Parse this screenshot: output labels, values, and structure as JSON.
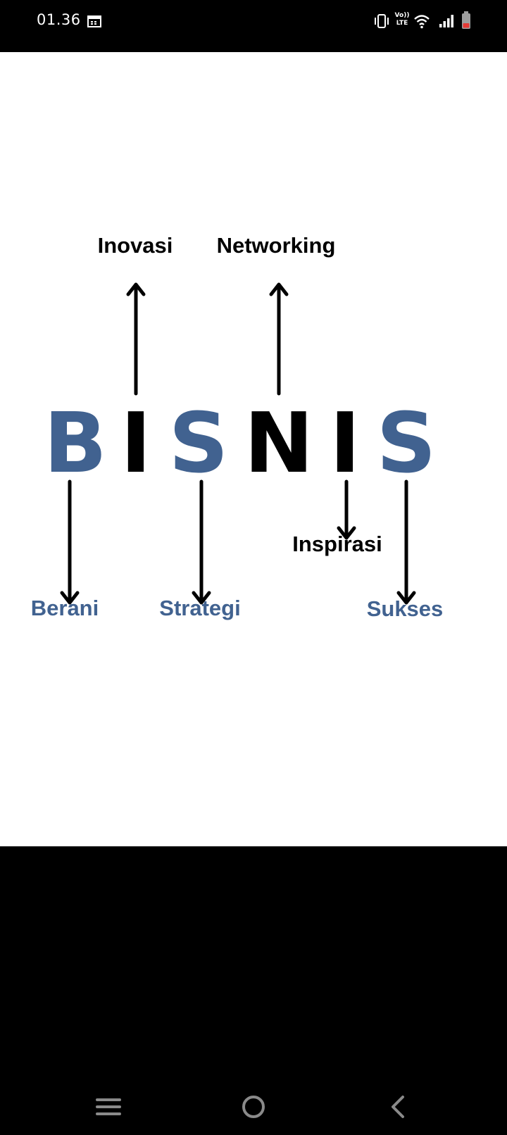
{
  "status_bar": {
    "time": "01.36",
    "network_label": "LTE",
    "volte_label": "Vo))",
    "battery_color": "#e53935"
  },
  "image": {
    "title_letters": [
      "B",
      "I",
      "S",
      "N",
      "I",
      "S"
    ],
    "labels_up": [
      "Inovasi",
      "Networking"
    ],
    "labels_down": [
      "Berani",
      "Strategi",
      "Inspirasi",
      "Sukses"
    ],
    "colors": {
      "blue": "#416290",
      "black": "#000000"
    }
  },
  "nav_bar": {
    "recents": "menu-icon",
    "home": "home-circle-icon",
    "back": "back-chevron-icon"
  }
}
